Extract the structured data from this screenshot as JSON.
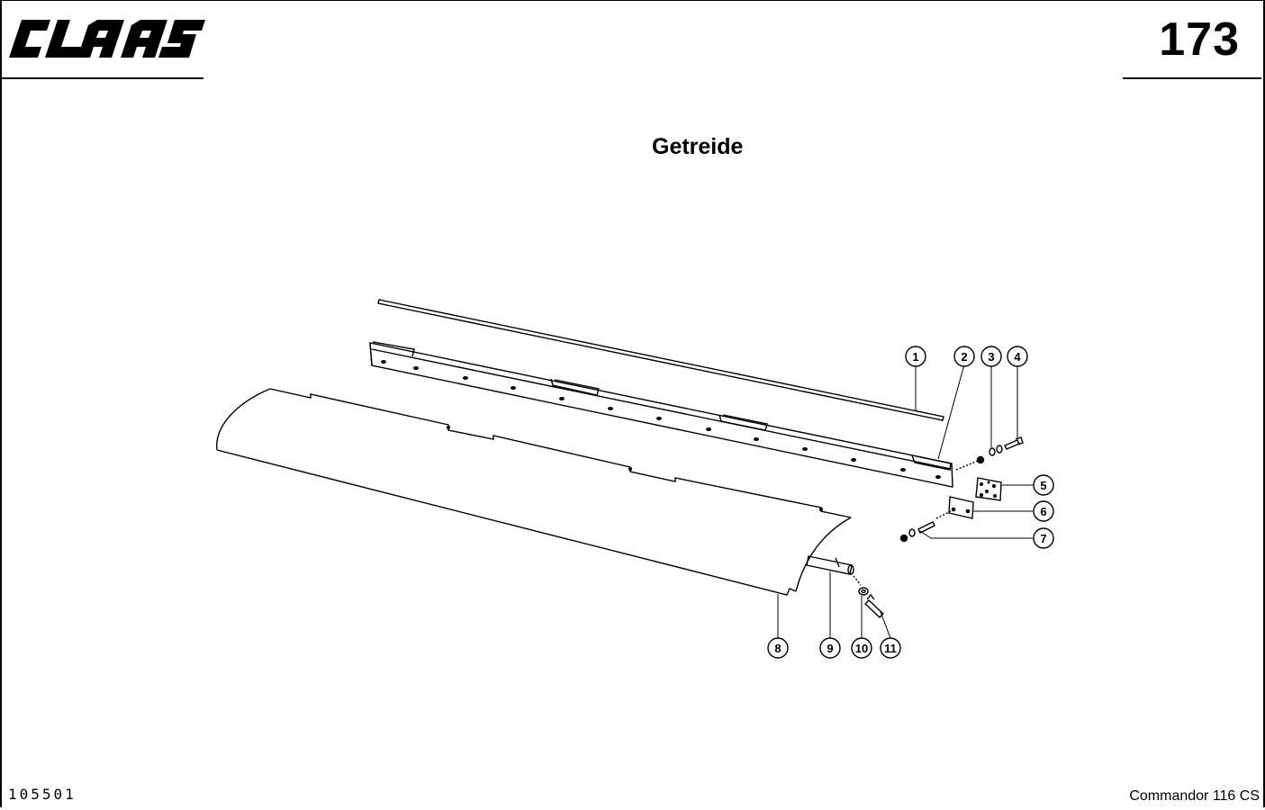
{
  "header": {
    "logo_text": "CLAAS",
    "page_number": "173"
  },
  "title": "Getreide",
  "footer": {
    "drawing_number": "105501",
    "model": "Commandor 116 CS"
  },
  "parts": [
    {
      "label": "1"
    },
    {
      "label": "2"
    },
    {
      "label": "3"
    },
    {
      "label": "4"
    },
    {
      "label": "5"
    },
    {
      "label": "6"
    },
    {
      "label": "7"
    },
    {
      "label": "8"
    },
    {
      "label": "9"
    },
    {
      "label": "10"
    },
    {
      "label": "11"
    }
  ]
}
